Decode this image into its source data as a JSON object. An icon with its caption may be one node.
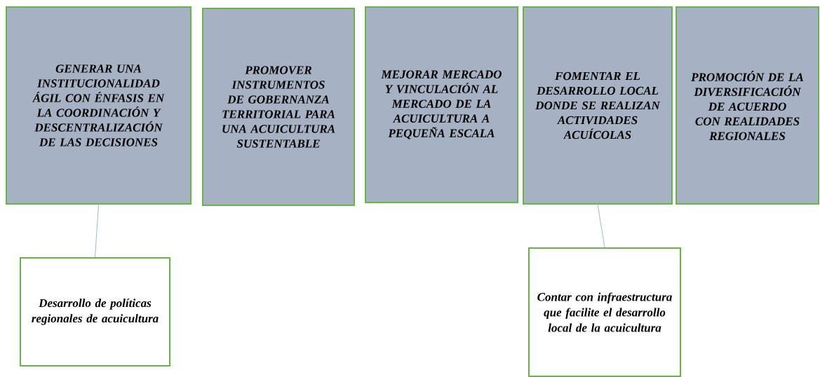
{
  "diagram": {
    "nodes": [
      {
        "text": [
          "GENERAR UNA INSTITUCIONALIDAD ÁGIL CON ÉNFASIS EN LA COORDINACIÓN Y DESCENTRALIZACIÓN DE LAS DECISIONES"
        ]
      },
      {
        "text": [
          "PROMOVER INSTRUMENTOS DE GOBERNANZA TERRITORIAL PARA UNA ACUICULTURA SUSTENTABLE"
        ]
      },
      {
        "text": [
          "MEJORAR MERCADO Y VINCULACIÓN AL MERCADO DE LA ACUICULTURA A PEQUEÑA ESCALA"
        ]
      },
      {
        "text": [
          "FOMENTAR EL DESARROLLO LOCAL DONDE SE REALIZAN ACTIVIDADES ACUÍCOLAS"
        ]
      },
      {
        "text": [
          "PROMOCIÓN DE LA DIVERSIFICACIÓN DE ACUERDO CON REALIDADES REGIONALES"
        ]
      },
      {
        "text": [
          "Desarrollo de políticas regionales de acuicultura"
        ]
      },
      {
        "text": [
          "Contar con infraestructura que facilite el desarrollo local de la acuicultura"
        ]
      }
    ],
    "edges": [
      {
        "from": 0,
        "to": 5,
        "arrow": "none"
      },
      {
        "from": 3,
        "to": 6,
        "arrow": "none"
      }
    ]
  }
}
